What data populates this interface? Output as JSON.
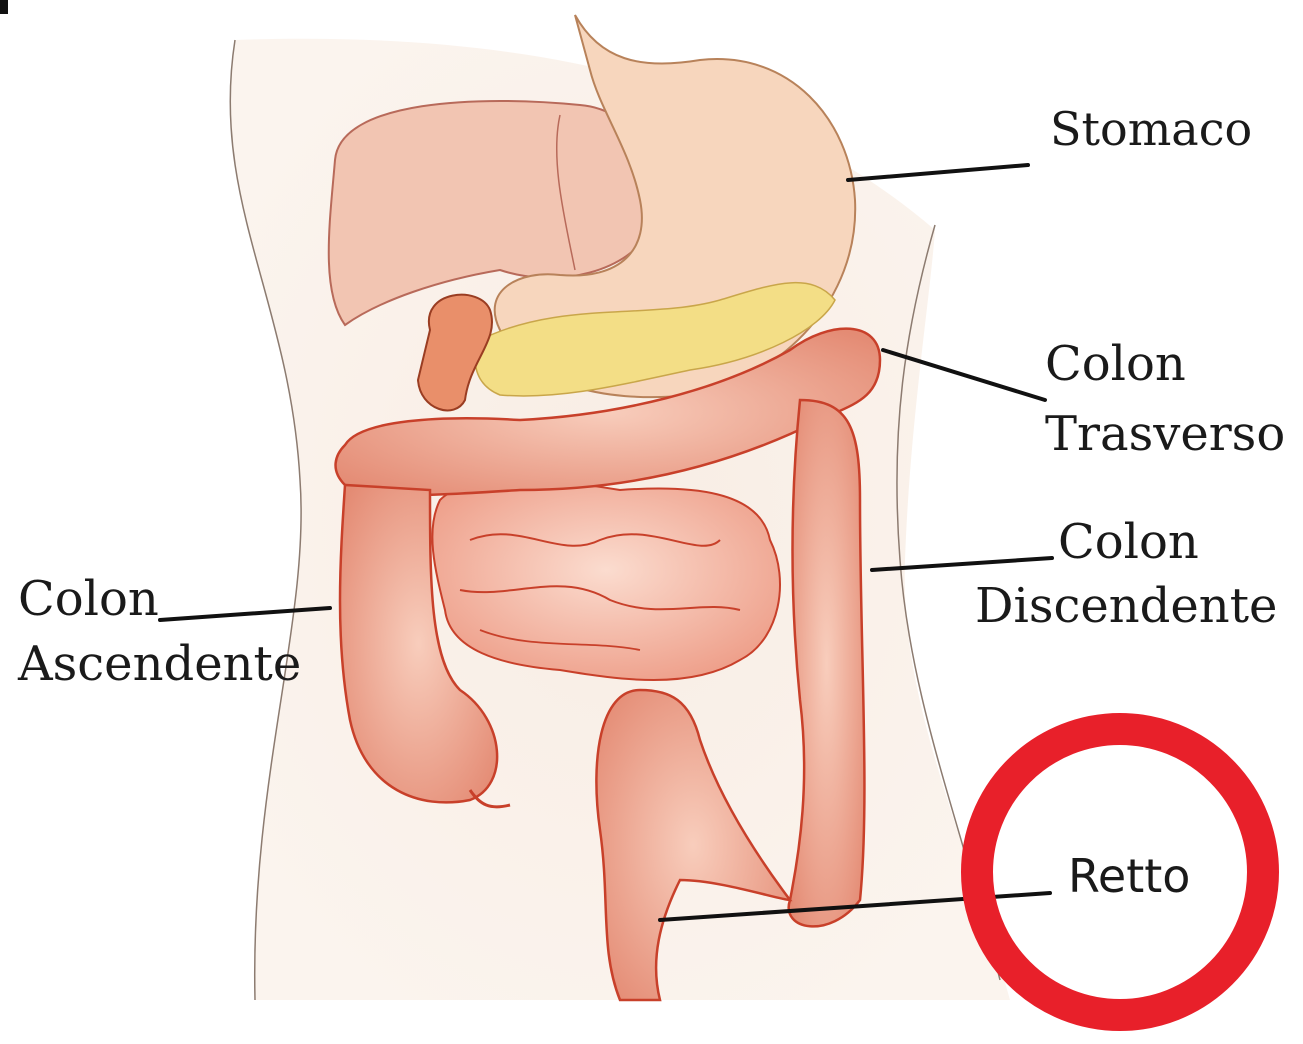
{
  "labels": {
    "stomach": "Stomaco",
    "transverse_1": "Colon",
    "transverse_2": "Trasverso",
    "descending_1": "Colon",
    "descending_2": "Discendente",
    "ascending_1": "Colon",
    "ascending_2": "Ascendente",
    "rectum": "Retto"
  },
  "colors": {
    "skin": "#f7e9df",
    "organ_fill": "#f6c4ad",
    "organ_outline": "#c8402a",
    "intestine": "#f2b6a2",
    "liver": "#f1c0ac",
    "pancreas": "#f4dc7a",
    "highlight_circle": "#e8202a",
    "leader": "#111111"
  }
}
